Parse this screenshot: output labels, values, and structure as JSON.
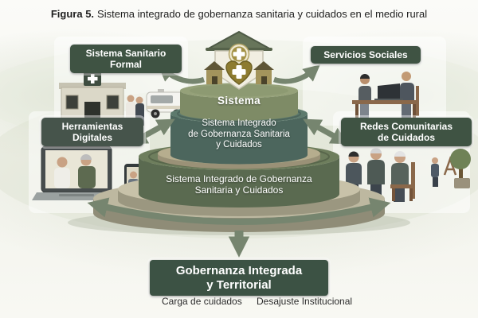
{
  "figure": {
    "title_prefix": "Figura 5.",
    "title_text": "Sistema integrado de gobernanza sanitaria y cuidados en el medio rural"
  },
  "labels": {
    "sistema_sanitario_formal": "Sistema Sanitario\nFormal",
    "servicios_sociales": "Servicios Sociales",
    "herramientas_digitales": "Herramientas\nDigitales",
    "redes_comunitarias": "Redes Comunitarias\nde Cuidados",
    "gobernanza_integrada": "Gobernanza Integrada\ny Territorial"
  },
  "pyramid": {
    "top_band": "Sistema",
    "middle_tier": "Sistema Integrado\nde Gobernanza Sanitaria\ny Cuidados",
    "bottom_tier": "Sistema Integrado de Gobernanza\nSanitaria y Cuidados"
  },
  "legend": {
    "carga": "Carga de cuidados",
    "desajuste": "Desajuste Institucional"
  },
  "icons": {
    "house": "rural-health-home-icon",
    "clinic": "clinic-building-icon",
    "ambulance": "ambulance-icon",
    "social_meeting": "social-services-meeting-icon",
    "laptop": "telehealth-laptop-icon",
    "phone": "smartphone-icon",
    "wifi": "wifi-icon",
    "community": "community-care-group-icon",
    "tree": "tree-icon",
    "arrows": "bidirectional-arrow-icon"
  },
  "colors": {
    "label_bg": "#3f5343",
    "band_green": "#7e8b66",
    "tier_teal": "#4c665d",
    "tier_sage": "#5a6a50",
    "rim_tan": "#b6ad8e",
    "arrow_green": "#76856f",
    "heart_gold": "#8d7b30"
  }
}
